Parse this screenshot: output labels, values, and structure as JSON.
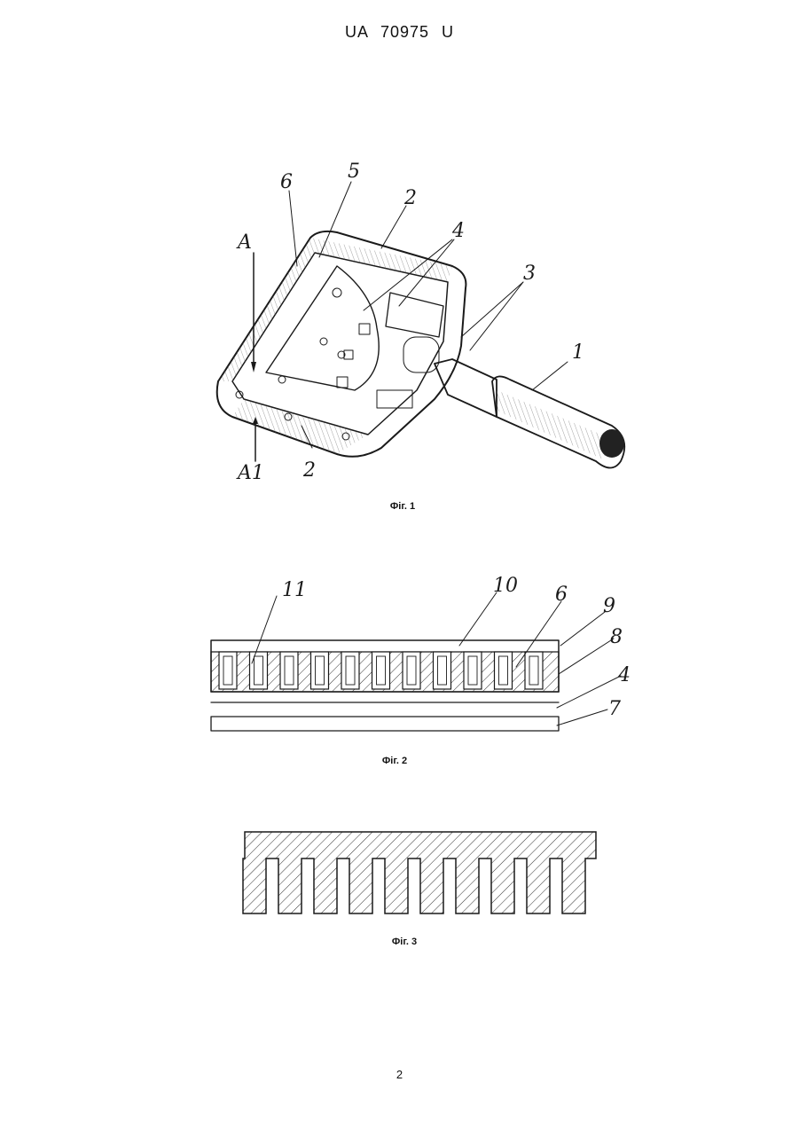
{
  "header": {
    "doc_number": "UA   70975   U"
  },
  "figures": [
    {
      "caption": "Фіг. 1",
      "labels": [
        "1",
        "2",
        "2",
        "3",
        "4",
        "5",
        "6",
        "A",
        "A1"
      ]
    },
    {
      "caption": "Фіг. 2",
      "labels": [
        "11",
        "10",
        "6",
        "9",
        "8",
        "4",
        "7"
      ]
    },
    {
      "caption": "Фіг. 3"
    }
  ],
  "footer": {
    "page_number": "2"
  }
}
